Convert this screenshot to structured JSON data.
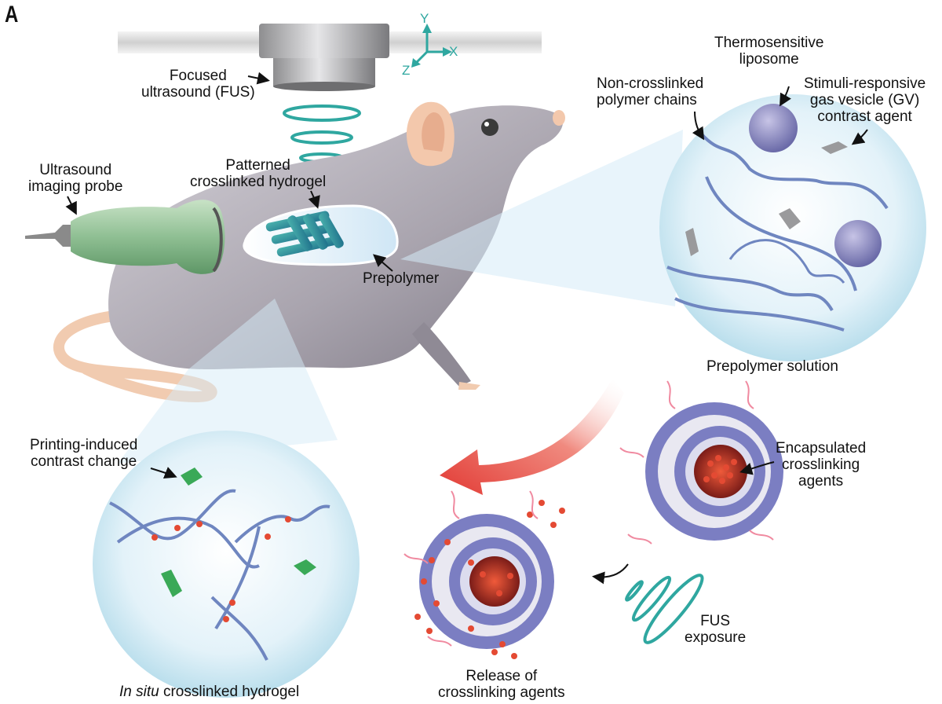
{
  "panel_label": "A",
  "axes": {
    "x": "X",
    "y": "Y",
    "z": "Z"
  },
  "labels": {
    "fus": [
      "Focused",
      "ultrasound (FUS)"
    ],
    "probe": [
      "Ultrasound",
      "imaging probe"
    ],
    "patterned": [
      "Patterned",
      "crosslinked hydrogel"
    ],
    "prepolymer": "Prepolymer",
    "liposome": [
      "Thermosensitive",
      "liposome"
    ],
    "chains": [
      "Non-crosslinked",
      "polymer chains"
    ],
    "gv": [
      "Stimuli-responsive",
      "gas vesicle (GV)",
      "contrast agent"
    ],
    "prepolymer_solution": "Prepolymer solution",
    "encapsulated": [
      "Encapsulated",
      "crosslinking",
      "agents"
    ],
    "printing_induced": [
      "Printing-induced",
      "contrast change"
    ],
    "fus_exposure": [
      "FUS",
      "exposure"
    ],
    "release": [
      "Release of",
      "crosslinking agents"
    ],
    "in_situ_italic": "In situ",
    "in_situ_rest": " crosslinked hydrogel"
  },
  "colors": {
    "teal": "#2fa7a0",
    "mouse_body": "#9b96a1",
    "probe_green": "#8fbf93",
    "liposome_blue": "#7b7ec2",
    "crosslinker_red": "#e44a33",
    "gv_green": "#3aa957",
    "polymer_blue": "#6f86c0",
    "arrow_red": "#e23b35"
  }
}
